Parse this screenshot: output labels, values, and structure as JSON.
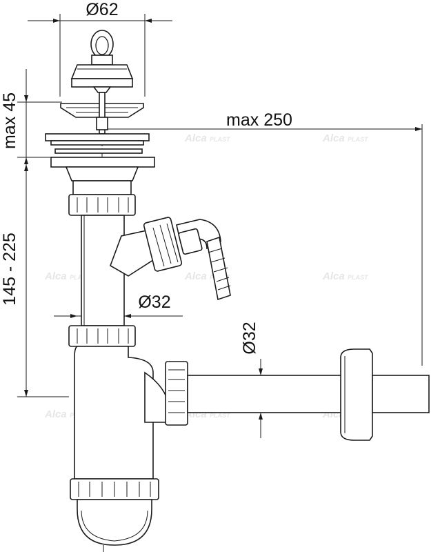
{
  "dimensions": {
    "top_diameter": "Ø62",
    "max_height": "max 45",
    "max_length": "max 250",
    "height_range": "145 - 225",
    "hose_connector_diameter": "Ø32",
    "outlet_diameter": "Ø32"
  },
  "watermark": {
    "brand_main": "Alca",
    "brand_small": "PLAST"
  },
  "colors": {
    "line": "#1a1a1a",
    "watermark": "#e6e6e6",
    "background": "#ffffff"
  }
}
